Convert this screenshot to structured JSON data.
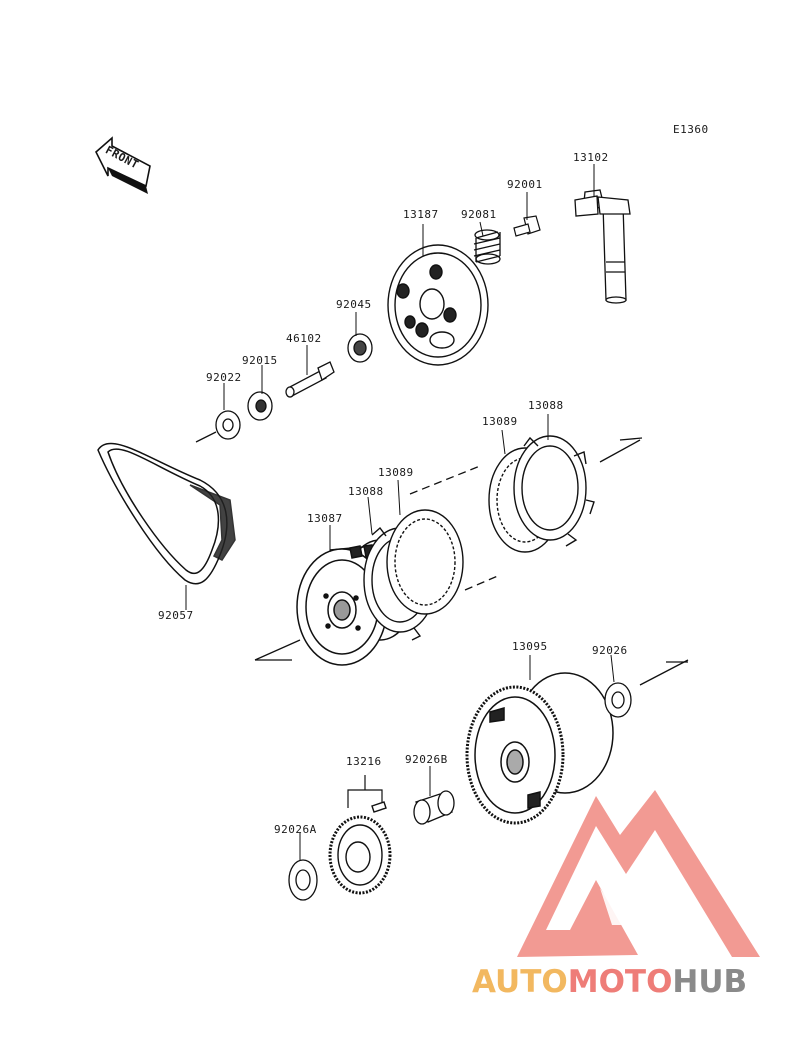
{
  "diagram_code": "E1360",
  "front_marker": "FRONT",
  "part_labels": {
    "p13102": "13102",
    "p92001": "92001",
    "p13187": "13187",
    "p92081": "92081",
    "p92045": "92045",
    "p46102": "46102",
    "p92015": "92015",
    "p92022": "92022",
    "p13088_top": "13088",
    "p13089_top": "13089",
    "p13089": "13089",
    "p13088": "13088",
    "p13087": "13087",
    "p92057": "92057",
    "p13095": "13095",
    "p92026": "92026",
    "p13216": "13216",
    "p92026B": "92026B",
    "p92026A": "92026A"
  },
  "watermark": {
    "part1": "AUTO",
    "part2": "MOTO",
    "part3": "HUB",
    "colors": {
      "auto": "#f2b860",
      "moto": "#ee7d78",
      "hub": "#8a8a8a",
      "logo": "#f08880"
    }
  }
}
